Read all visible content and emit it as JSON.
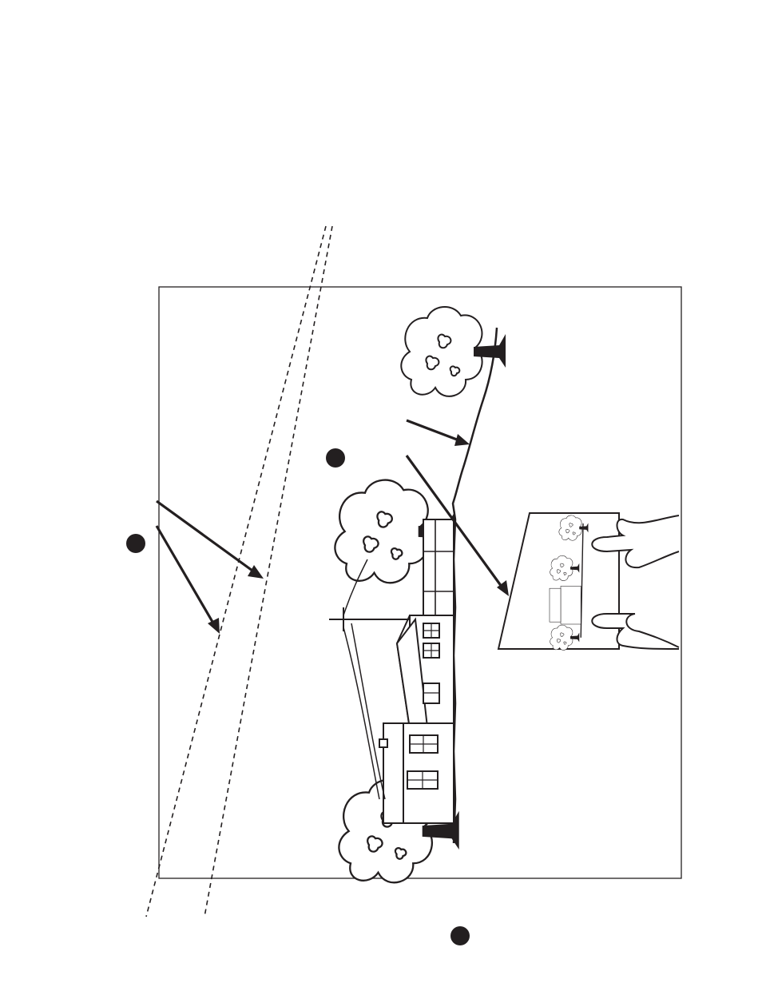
{
  "figure": {
    "description_labels": [],
    "callout_markers": [
      {
        "id": "marker-left",
        "label": ""
      },
      {
        "id": "marker-middle",
        "label": ""
      },
      {
        "id": "marker-bottom",
        "label": ""
      }
    ],
    "colors": {
      "ink": "#231f20",
      "paper": "#ffffff"
    }
  }
}
